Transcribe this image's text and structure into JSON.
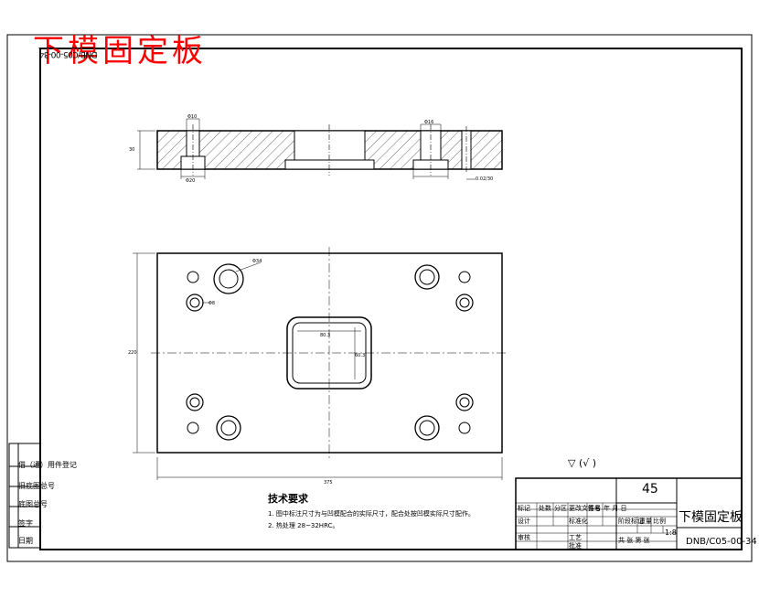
{
  "drawing": {
    "red_title": "下模固定板",
    "drawing_number_rotated": "DNB/C05-00-34"
  },
  "technical_requirements": {
    "title": "技术要求",
    "notes": [
      "1. 图中标注尺寸为与凹模配合的实际尺寸，配合处按凹模实际尺寸配作。",
      "2. 热处理 28~32HRC。"
    ]
  },
  "roughness": {
    "symbol": "▽",
    "text": "(√  )"
  },
  "title_block": {
    "material": "45",
    "part_name": "下模固定板",
    "drawing_code": "DNB/C05-00-34",
    "scale": "1:8",
    "row_labels": [
      "标记",
      "处数",
      "分区",
      "更改文件号",
      "签名",
      "年 月 日"
    ],
    "row_labels_2": [
      "设计",
      "标准化",
      "阶段标记",
      "重量",
      "比例"
    ],
    "row_labels_3": [
      "审核",
      "工艺",
      "批准"
    ],
    "stage_labels": [
      "阶段标记",
      "重量",
      "比例"
    ],
    "sheet": "共 张 第 张"
  },
  "side_column": {
    "labels": [
      "借（通）用件登记",
      "旧底图总号",
      "底图总号",
      "签字",
      "日期"
    ]
  },
  "dimensions": {
    "counterbore_top": "Φ10",
    "hole_bottom": "Φ16",
    "thickness": "30",
    "bottom_small_1": "Φ20",
    "right_note": "0.02/30",
    "plan_width": "375",
    "plan_height": "220",
    "bore_label": "Φ34",
    "pin_label": "Φ8",
    "cavity_w": "80.3",
    "cavity_h": "60.3"
  }
}
